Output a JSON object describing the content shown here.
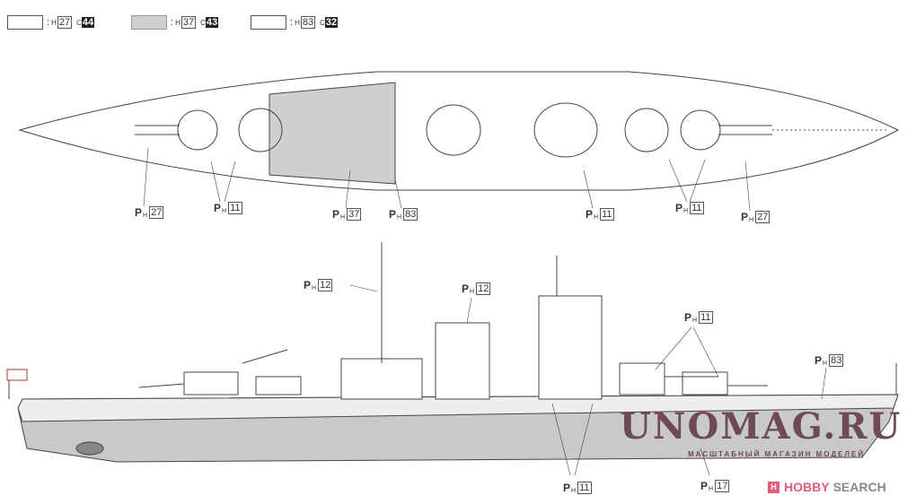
{
  "legend": [
    {
      "swatch": "white",
      "h_label": "H",
      "h_code": "27",
      "c_label": "C",
      "c_code": "44"
    },
    {
      "swatch": "grey",
      "h_label": "H",
      "h_code": "37",
      "c_label": "C",
      "c_code": "43"
    },
    {
      "swatch": "white",
      "h_label": "H",
      "h_code": "83",
      "c_label": "C",
      "c_code": "32"
    }
  ],
  "callouts": [
    {
      "p": "P",
      "h": "H",
      "code": "27"
    },
    {
      "p": "P",
      "h": "H",
      "code": "11"
    },
    {
      "p": "P",
      "h": "H",
      "code": "37"
    },
    {
      "p": "P",
      "h": "H",
      "code": "83"
    },
    {
      "p": "P",
      "h": "H",
      "code": "11"
    },
    {
      "p": "P",
      "h": "H",
      "code": "11"
    },
    {
      "p": "P",
      "h": "H",
      "code": "27"
    },
    {
      "p": "P",
      "h": "H",
      "code": "12"
    },
    {
      "p": "P",
      "h": "H",
      "code": "12"
    },
    {
      "p": "P",
      "h": "H",
      "code": "11"
    },
    {
      "p": "P",
      "h": "H",
      "code": "83"
    },
    {
      "p": "P",
      "h": "H",
      "code": "11"
    },
    {
      "p": "P",
      "h": "H",
      "code": "17"
    }
  ],
  "watermark": {
    "title": "UNOMAG.RU",
    "subtitle": "МАСШТАБНЫЙ МАГАЗИН МОДЕЛЕЙ"
  },
  "brand": {
    "logo": "H",
    "part1": "HOBBY",
    "part2": "SEARCH"
  },
  "colors": {
    "grey_deck": "#cfcfcf",
    "hull_grey": "#c9c9c9",
    "brand": "#e25d79",
    "watermark": "#6e4a52"
  }
}
